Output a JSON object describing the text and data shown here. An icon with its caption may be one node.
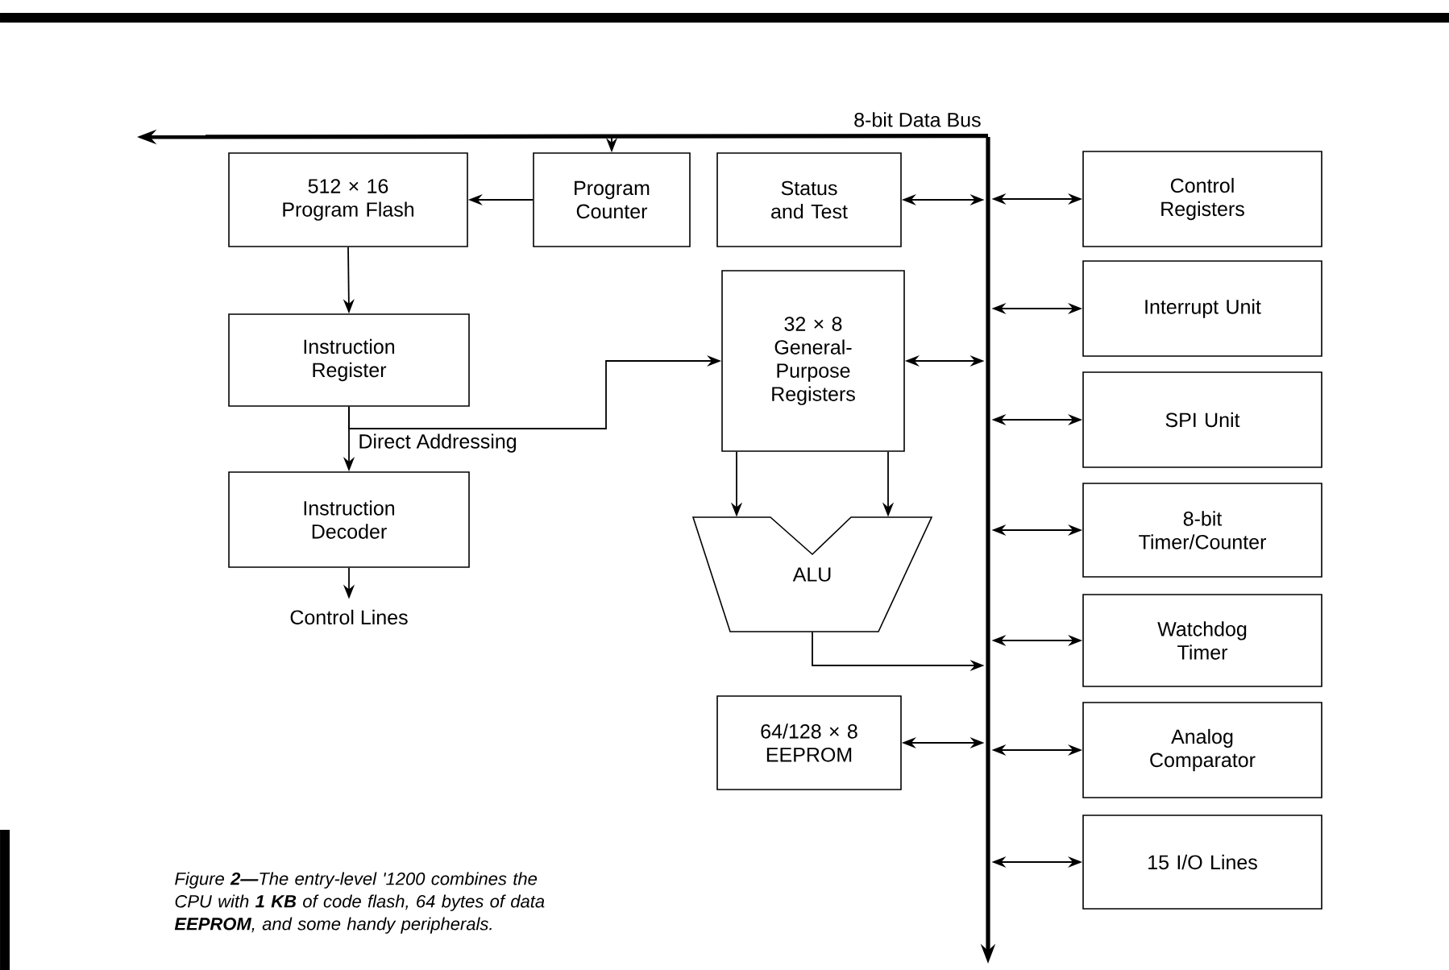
{
  "diagram": {
    "caption": "Figure **2—**The entry-level '1200 combines the CPU with **1 KB** of code flash, 64 bytes of data **EEPROM**, and some handy peripherals.",
    "labels": [
      "8-bit Data Bus"
    ],
    "nodes": [
      {
        "text": [],
        "shape": "bar"
      },
      {
        "text": [
          "512 × 16 Program Flash"
        ]
      },
      {
        "text": [
          "Program Counter"
        ]
      },
      {
        "text": [
          "Status and Test"
        ]
      },
      {
        "text": [
          "Instruction Register"
        ]
      },
      {
        "text": [
          "Instruction Decoder"
        ]
      },
      {
        "text": [
          "Control Lines"
        ]
      },
      {
        "text": [
          "32 × 8 General-Purpose Registers"
        ]
      },
      {
        "text": [
          "ALU"
        ]
      },
      {
        "text": [
          "64/128 × 8 EEPROM"
        ]
      },
      {
        "text": [
          "Control Registers"
        ]
      },
      {
        "text": [
          "Interrupt Unit"
        ]
      },
      {
        "text": [
          "SPI Unit"
        ]
      },
      {
        "text": [
          "8-bit Timer/Counter"
        ]
      },
      {
        "text": [
          "Watchdog Timer"
        ]
      },
      {
        "text": [
          "Analog Comparator"
        ]
      },
      {
        "text": [
          "15 I/O Lines"
        ]
      }
    ],
    "edges": [
      {
        "from": 0,
        "to": 2,
        "arrow": "to"
      },
      {
        "from": 2,
        "to": 1,
        "arrow": "to"
      },
      {
        "from": 1,
        "to": 4,
        "arrow": "to"
      },
      {
        "from": 4,
        "to": 5,
        "arrow": "to"
      },
      {
        "from": 4,
        "to": 7,
        "arrow": "to",
        "label": "Direct Addressing"
      },
      {
        "from": 5,
        "to": 6,
        "arrow": "to"
      },
      {
        "from": 7,
        "to": 8,
        "arrow": "to"
      },
      {
        "from": 7,
        "to": 8,
        "arrow": "to"
      },
      {
        "from": 8,
        "to": 0,
        "arrow": "to"
      },
      {
        "from": 3,
        "to": 0,
        "arrow": "both"
      },
      {
        "from": 7,
        "to": 0,
        "arrow": "both"
      },
      {
        "from": 9,
        "to": 0,
        "arrow": "both"
      },
      {
        "from": 0,
        "to": 10,
        "arrow": "both"
      },
      {
        "from": 0,
        "to": 11,
        "arrow": "both"
      },
      {
        "from": 0,
        "to": 12,
        "arrow": "both"
      },
      {
        "from": 0,
        "to": 13,
        "arrow": "both"
      },
      {
        "from": 0,
        "to": 14,
        "arrow": "both"
      },
      {
        "from": 0,
        "to": 15,
        "arrow": "both"
      },
      {
        "from": 0,
        "to": 16,
        "arrow": "both"
      },
      {
        "from": 0,
        "to": null,
        "arrow": "to",
        "style": "thick"
      }
    ]
  }
}
